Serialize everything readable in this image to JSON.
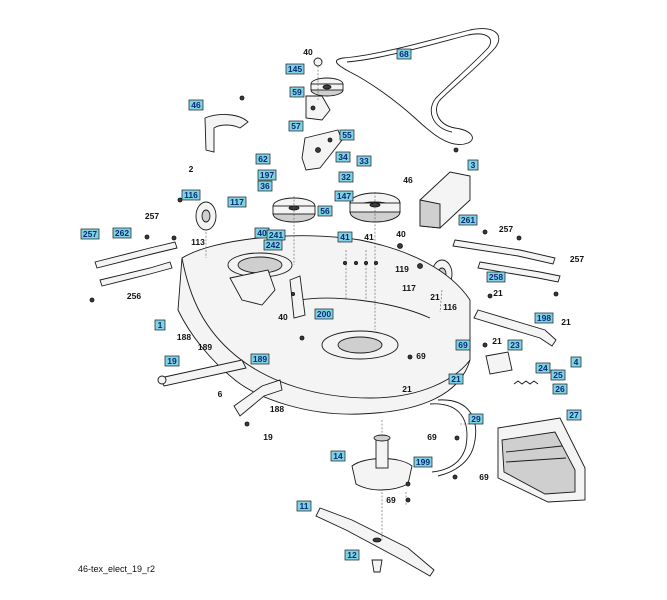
{
  "caption": "46-tex_elect_19_r2",
  "colors": {
    "callout_fill": "#7fd3e6",
    "callout_text": "#0b2a70",
    "line": "#1a1a1a"
  },
  "callouts": {
    "c68": "68",
    "c40a": "40",
    "c145": "145",
    "c59": "59",
    "c46a": "46",
    "c2": "2",
    "c57": "57",
    "c55": "55",
    "c62": "62",
    "c34": "34",
    "c33": "33",
    "c197": "197",
    "c36": "36",
    "c147": "147",
    "c32": "32",
    "c56": "56",
    "c116a": "116",
    "c117a": "117",
    "c46b": "46",
    "c3": "3",
    "c257a": "257",
    "c262": "262",
    "c113": "113",
    "c40b": "40",
    "c241": "241",
    "c242": "242",
    "c41a": "41",
    "c41b": "41",
    "c40c": "40",
    "c261": "261",
    "c257b": "257",
    "c257c": "257",
    "c257d": "257",
    "c119": "119",
    "c258": "258",
    "c256": "256",
    "c117b": "117",
    "c21a": "21",
    "c116b": "116",
    "c21b": "21",
    "c40d": "40",
    "c200": "200",
    "c1": "1",
    "c188a": "188",
    "c189a": "189",
    "c198": "198",
    "c21c": "21",
    "c69a": "69",
    "c21d": "21",
    "c23": "23",
    "c4": "4",
    "c19a": "19",
    "c189b": "189",
    "c69b": "69",
    "c24": "24",
    "c25": "25",
    "c21e": "21",
    "c26": "26",
    "c21f": "21",
    "c6": "6",
    "c188b": "188",
    "c19b": "19",
    "c29": "29",
    "c27": "27",
    "c69c": "69",
    "c14": "14",
    "c199": "199",
    "c69d": "69",
    "c69e": "69",
    "c11": "11",
    "c12": "12"
  }
}
